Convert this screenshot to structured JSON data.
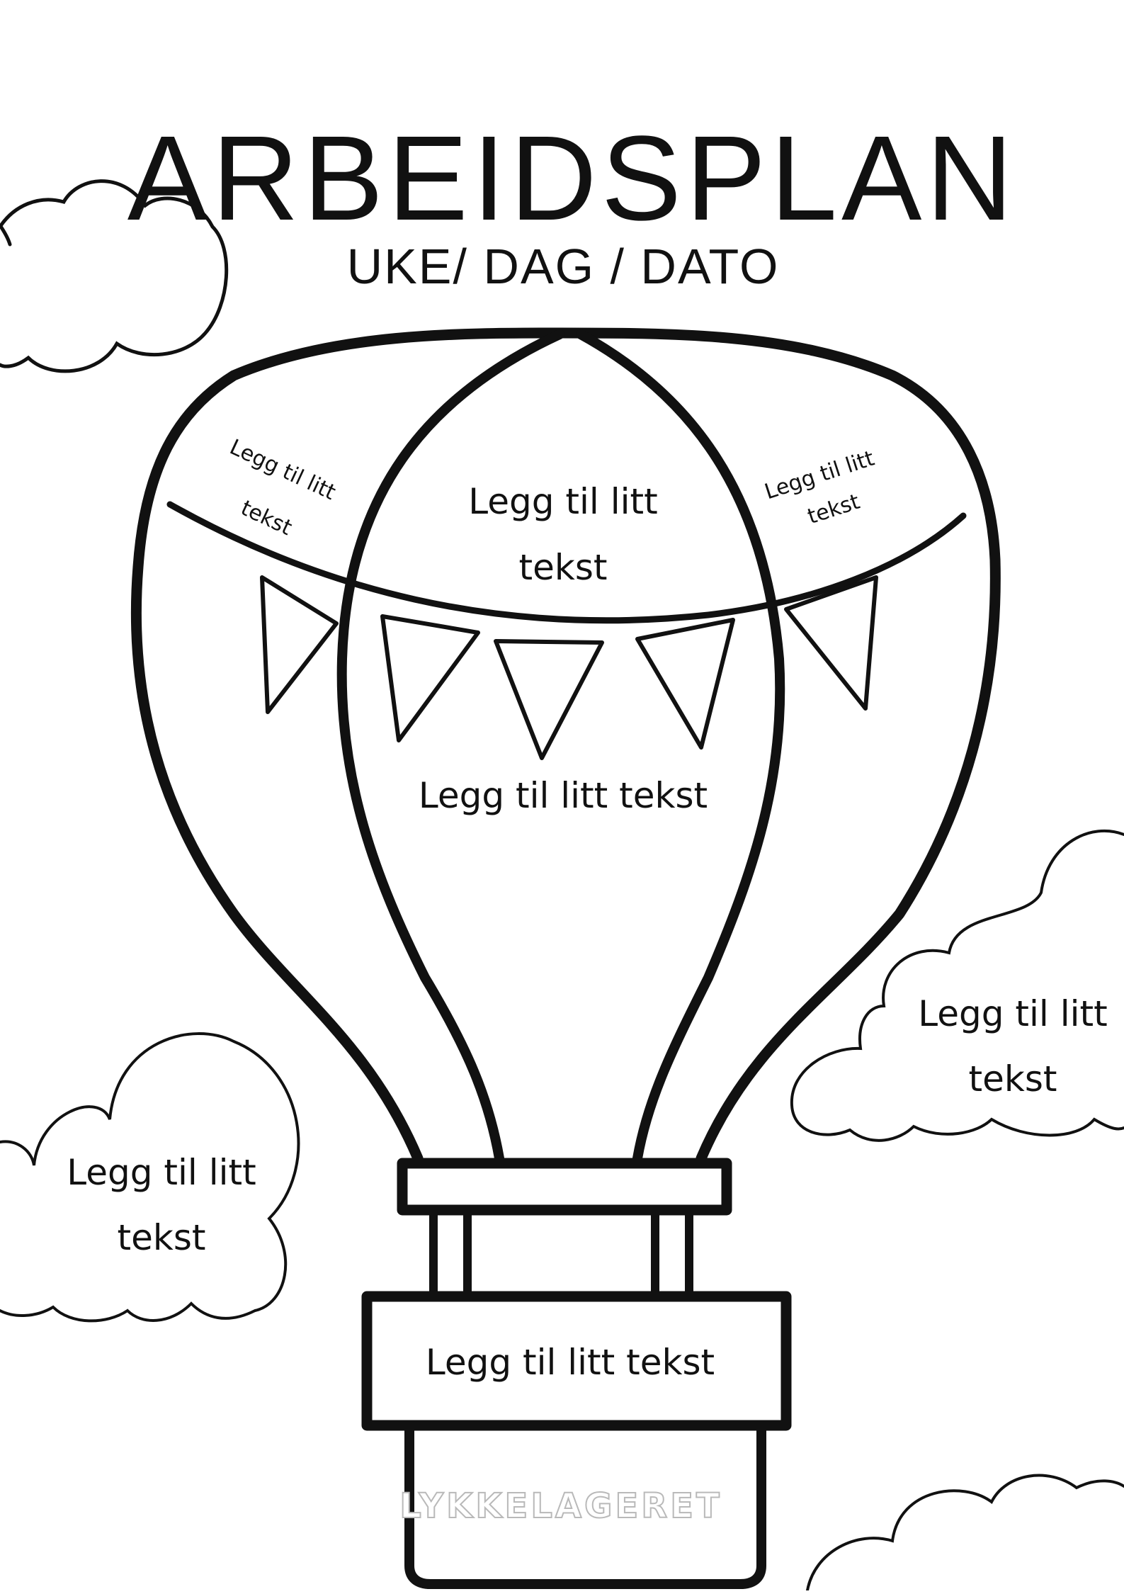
{
  "header": {
    "title": "ARBEIDSPLAN",
    "subtitle": "UKE/ DAG / DATO"
  },
  "balloon": {
    "top_left_text_line1": "Legg til litt",
    "top_left_text_line2": "tekst",
    "top_center_text_line1": "Legg til litt",
    "top_center_text_line2": "tekst",
    "top_right_text_line1": "Legg til litt",
    "top_right_text_line2": "tekst",
    "middle_text": "Legg til litt tekst"
  },
  "basket": {
    "label": "Legg til litt tekst",
    "brand": "LYKKELAGERET"
  },
  "clouds": {
    "left_text_line1": "Legg til litt",
    "left_text_line2": "tekst",
    "right_text_line1": "Legg til litt",
    "right_text_line2": "tekst"
  },
  "colors": {
    "ink": "#111111",
    "background": "#ffffff",
    "brand_outline": "#b9b9b9"
  }
}
